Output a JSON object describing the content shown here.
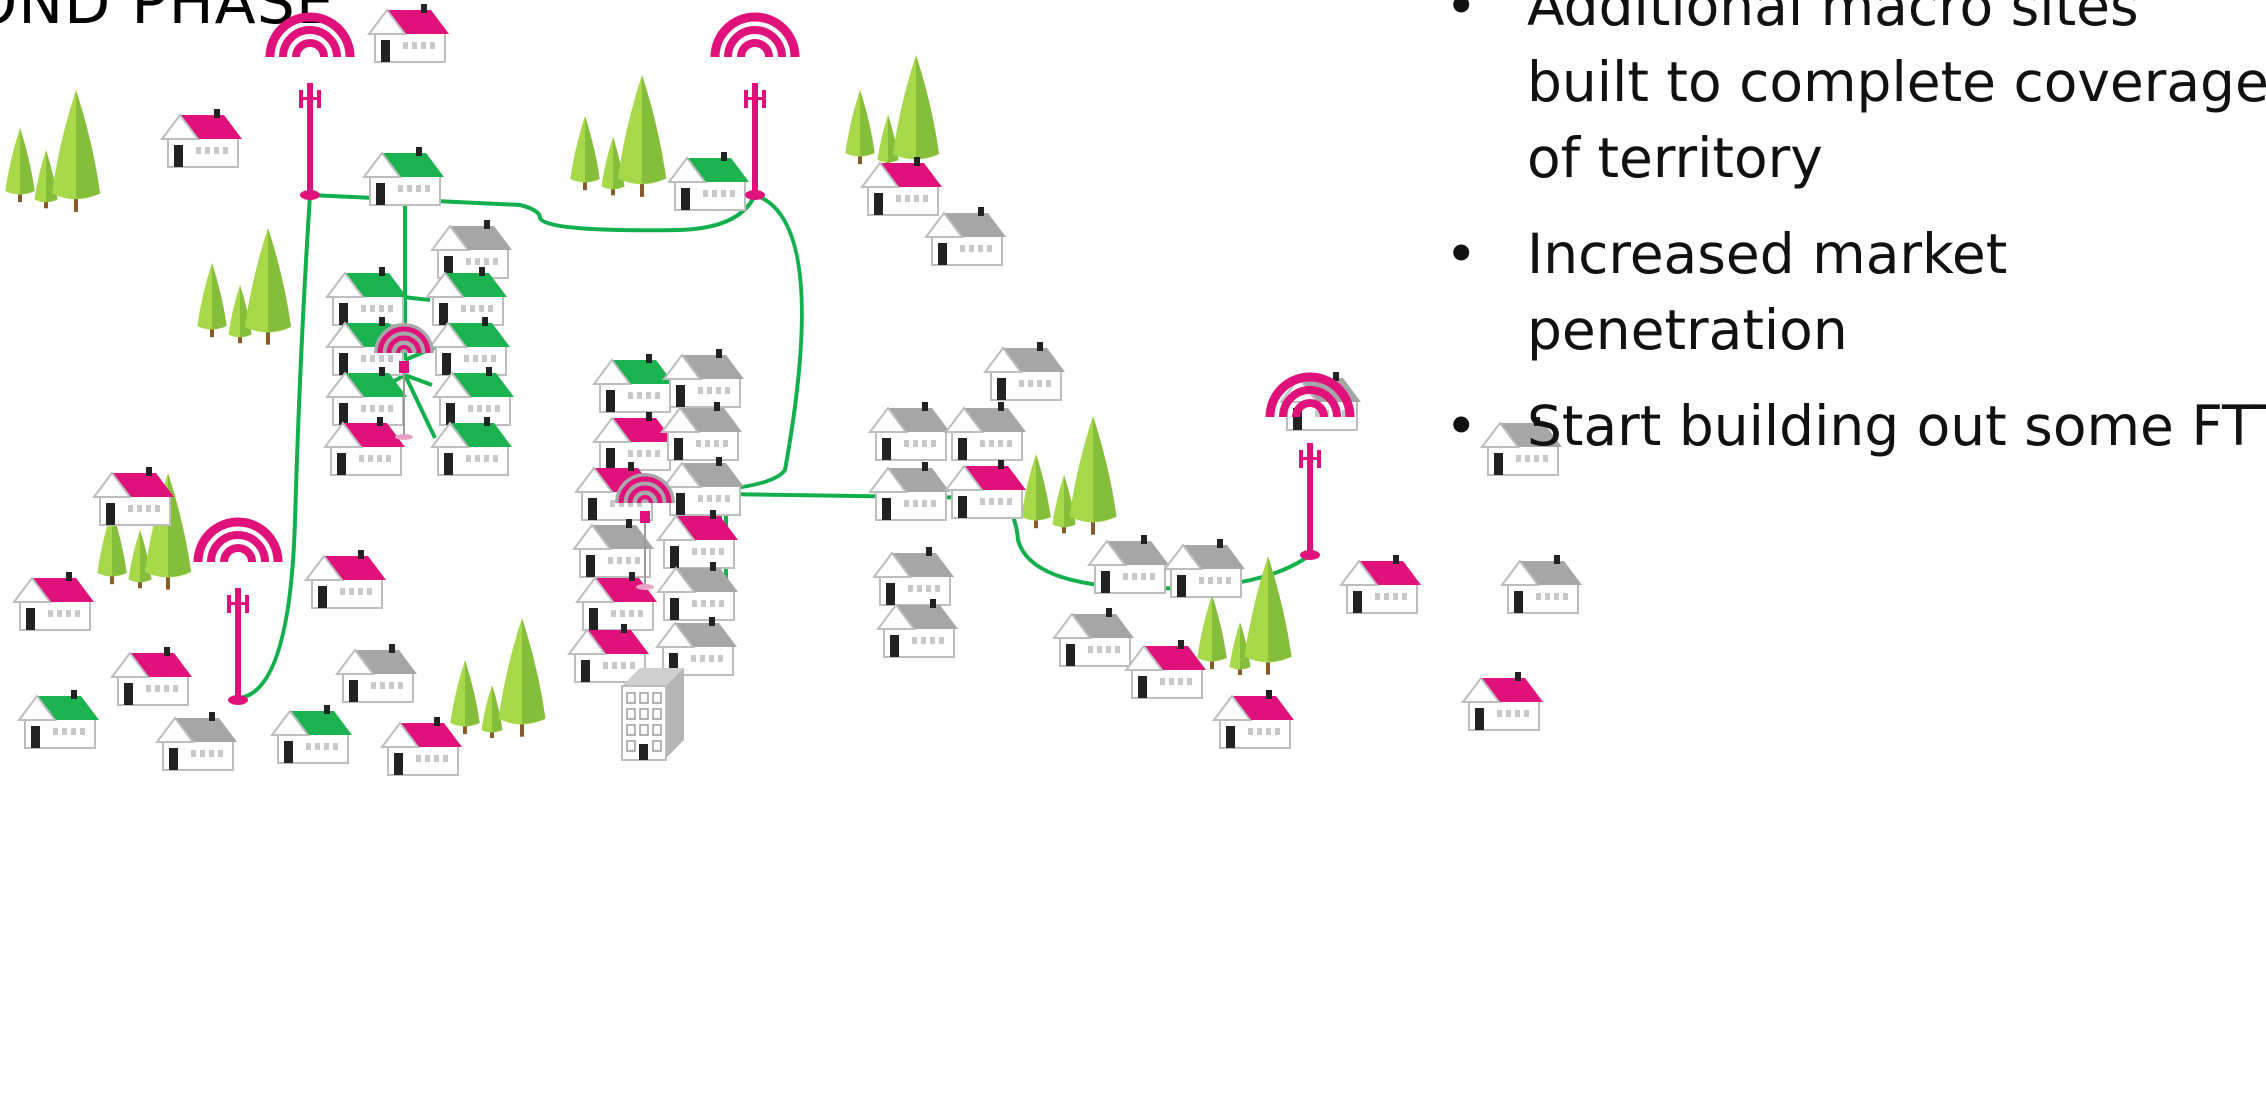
{
  "title": "OND PHASE",
  "bullets": [
    {
      "lines": [
        "Additional macro sites",
        "built to complete coverage",
        "of territory"
      ]
    },
    {
      "lines": [
        "Increased market",
        "penetration"
      ]
    },
    {
      "lines": [
        "Start building out some FTTH"
      ]
    }
  ],
  "colors": {
    "magenta": "#e0117a",
    "fiber_green": "#12b04c",
    "roof_green": "#1ab34f",
    "roof_grey": "#a6a6a6",
    "tree_light": "#a6d84a",
    "tree_dark": "#6aaa2e",
    "trunk": "#8a5a2b"
  },
  "icons": {
    "tower": "macro-cell-tower-icon",
    "small_cell": "small-cell-antenna-icon",
    "house": "house-icon",
    "tree": "tree-icon",
    "building": "apartment-building-icon"
  },
  "house_roofs": [
    "pink",
    "pink",
    "green",
    "green",
    "grey",
    "green",
    "green",
    "green",
    "green",
    "green",
    "green",
    "pink",
    "green",
    "pink",
    "pink",
    "pink",
    "pink",
    "grey",
    "pink",
    "green",
    "grey",
    "green",
    "pink",
    "green",
    "grey",
    "pink",
    "grey",
    "pink",
    "grey",
    "grey",
    "pink",
    "pink",
    "grey",
    "pink",
    "grey",
    "grey",
    "grey",
    "grey",
    "grey",
    "grey",
    "pink",
    "grey",
    "grey",
    "grey",
    "pink",
    "grey",
    "grey",
    "grey",
    "grey",
    "pink",
    "grey",
    "pink",
    "pink"
  ]
}
